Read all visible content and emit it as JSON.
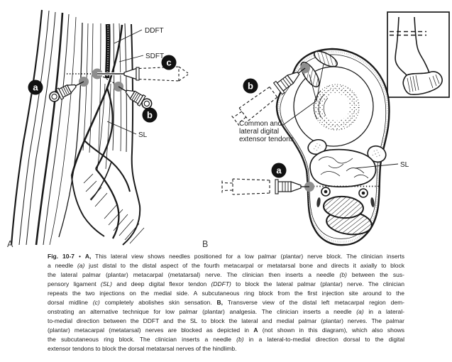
{
  "figure": {
    "panel_a": {
      "label": "A",
      "labels": {
        "ddft": "DDFT",
        "sdft": "SDFT",
        "sl": "SL"
      },
      "markers": {
        "a": "a",
        "b": "b",
        "c": "c"
      }
    },
    "panel_b": {
      "label": "B",
      "labels": {
        "extensor_line1": "Common and",
        "extensor_line2": "lateral digital",
        "extensor_line3": "extensor tendons",
        "sl": "SL"
      },
      "markers": {
        "a": "a",
        "b": "b"
      }
    },
    "colors": {
      "ink": "#1a1a1a",
      "marker_dot": "#8e8e8e",
      "badge_bg": "#111111",
      "badge_text": "#ffffff",
      "paper": "#ffffff"
    }
  },
  "caption": {
    "lines": [
      [
        {
          "t": "Fig. 10-7",
          "b": true
        },
        {
          "t": " • "
        },
        {
          "t": "A,",
          "b": true
        },
        {
          "t": " This lateral view shows needles positioned for a low palmar (plantar) nerve block. The clinician inserts"
        }
      ],
      [
        {
          "t": "a needle "
        },
        {
          "t": "(a)",
          "i": true
        },
        {
          "t": " just distal to the distal aspect of the fourth metacarpal or metatarsal bone and directs it axially to block"
        }
      ],
      [
        {
          "t": "the lateral palmar (plantar) metacarpal (metatarsal) nerve. The clinician then inserts a needle "
        },
        {
          "t": "(b)",
          "i": true
        },
        {
          "t": " between the sus-"
        }
      ],
      [
        {
          "t": "pensory ligament "
        },
        {
          "t": "(SL)",
          "i": true
        },
        {
          "t": " and deep digital flexor tendon "
        },
        {
          "t": "(DDFT)",
          "i": true
        },
        {
          "t": " to block the lateral palmar (plantar) nerve. The clinician"
        }
      ],
      [
        {
          "t": "repeats the two injections on the medial side. A subcutaneous ring block from the first injection site around to the"
        }
      ],
      [
        {
          "t": "dorsal midline "
        },
        {
          "t": "(c)",
          "i": true
        },
        {
          "t": " completely abolishes skin sensation. "
        },
        {
          "t": "B,",
          "b": true
        },
        {
          "t": " Transverse view of the distal left metacarpal region dem-"
        }
      ],
      [
        {
          "t": "onstrating an alternative technique for low palmar (plantar) analgesia. The clinician inserts a needle "
        },
        {
          "t": "(a)",
          "i": true
        },
        {
          "t": " in a lateral-"
        }
      ],
      [
        {
          "t": "to-medial direction between the DDFT and the SL to block the lateral and medial palmar (plantar) nerves. The palmar"
        }
      ],
      [
        {
          "t": "(plantar) metacarpal (metatarsal) nerves are blocked as depicted in "
        },
        {
          "t": "A",
          "b": true
        },
        {
          "t": " (not shown in this diagram), which also shows"
        }
      ],
      [
        {
          "t": "the subcutaneous ring block. The clinician inserts a needle "
        },
        {
          "t": "(b)",
          "i": true
        },
        {
          "t": " in a lateral-to-medial direction dorsal to the digital"
        }
      ],
      [
        {
          "t": "extensor tendons to block the dorsal metatarsal nerves of the hindlimb."
        }
      ]
    ]
  }
}
